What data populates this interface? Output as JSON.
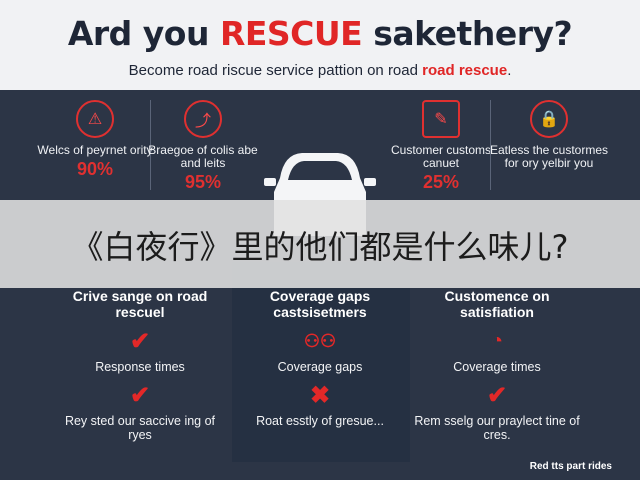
{
  "header": {
    "title_pre": "Ard you ",
    "title_accent": "RESCUE",
    "title_post": " sakethery?",
    "subtitle_pre": "Become road riscue service pattion on road ",
    "subtitle_accent": "road rescue",
    "subtitle_post": "."
  },
  "stats": [
    {
      "icon": "warning-icon",
      "label": "Welcs of peyrnet ority",
      "value": "90%"
    },
    {
      "icon": "route-icon",
      "label": "Braegoe of colis abe and leits",
      "value": "95%"
    },
    {
      "icon": "document-icon",
      "label": "Customer customs canuet",
      "value": "25%"
    },
    {
      "icon": "lock-icon",
      "label": "Eatless the custormes for ory yelbir you",
      "value": ""
    }
  ],
  "overlay": {
    "text": "《白夜行》里的他们都是什么味儿?"
  },
  "columns": [
    {
      "title": "Crive sange on road rescuel",
      "mark1": "check",
      "row1": "Response times",
      "mark2": "check",
      "foot": "Rey sted our saccive ing of ryes"
    },
    {
      "title": "Coverage gaps castsisetmers",
      "mark1": "people",
      "row1": "Coverage gaps",
      "mark2": "cross",
      "foot": "Roat esstly of gresue..."
    },
    {
      "title": "Customence on satisfiation",
      "mark1": "chart",
      "row1": "Coverage times",
      "mark2": "check",
      "foot": "Rem sselg our praylect tine of cres."
    }
  ],
  "footer": {
    "text": "Red tts part rides"
  },
  "colors": {
    "accent": "#e02626",
    "background": "#2c3546",
    "header": "#f1f2f4"
  }
}
